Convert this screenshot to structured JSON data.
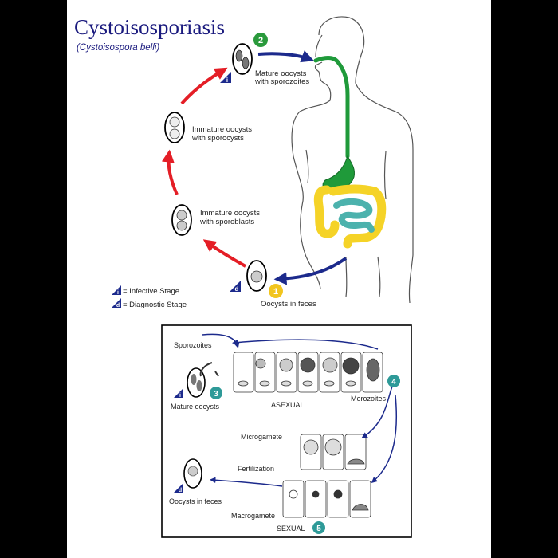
{
  "title": "Cystoisosporiasis",
  "subtitle": "(Cystoisospora belli)",
  "colors": {
    "background": "#000000",
    "page": "#ffffff",
    "title": "#1a1a7e",
    "red_arrow": "#e41e26",
    "blue_arrow": "#1c2a8c",
    "stomach_green": "#1f9a3a",
    "small_intestine_teal": "#4cb2ad",
    "large_intestine_yellow": "#f5d327",
    "badge_green": "#2a9a3c",
    "badge_teal": "#2e9a98",
    "badge_yellow": "#f2c51e",
    "stage_triangle": "#1c2a8c"
  },
  "icons": [
    "infective-stage-triangle",
    "diagnostic-stage-triangle",
    "oocyst",
    "human-silhouette",
    "intestinal-cell"
  ],
  "outer_cycle": {
    "step2": {
      "number": "2",
      "label_line1": "Mature oocysts",
      "label_line2": "with sporozoites"
    },
    "immature_sporocysts": {
      "label_line1": "Immature oocysts",
      "label_line2": "with sporocysts"
    },
    "immature_sporoblasts": {
      "label_line1": "Immature oocysts",
      "label_line2": "with sporoblasts"
    },
    "step1": {
      "number": "1",
      "label": "Oocysts in feces"
    }
  },
  "legend": {
    "infective": {
      "symbol": "i",
      "label": "= Infective Stage"
    },
    "diagnostic": {
      "symbol": "d",
      "label": "= Diagnostic Stage"
    }
  },
  "inset": {
    "sporozoites": "Sporozoites",
    "mature_oocysts": "Mature oocysts",
    "step3": "3",
    "asexual": "ASEXUAL",
    "merozoites": "Merozoites",
    "step4": "4",
    "microgamete": "Microgamete",
    "fertilization": "Fertilization",
    "oocysts_in_feces": "Oocysts in feces",
    "macrogamete": "Macrogamete",
    "sexual": "SEXUAL",
    "step5": "5",
    "symbol_i": "i",
    "symbol_d": "d"
  }
}
